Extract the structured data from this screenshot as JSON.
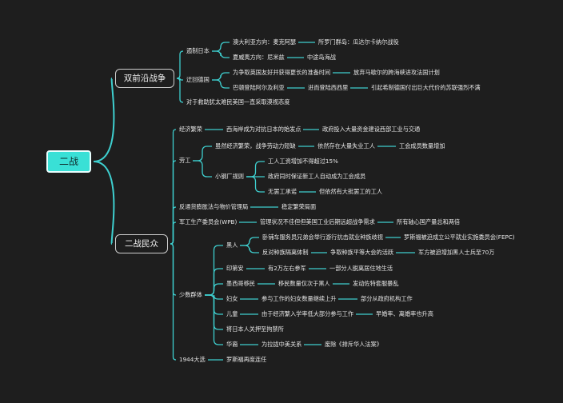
{
  "colors": {
    "background": "#1e1e1e",
    "line": "#3ecfcf",
    "text": "#e6e6e6",
    "root_fill": "#39e0d6"
  },
  "nodes": {
    "root": "二战",
    "b1": "双前沿战争",
    "b1_1": "遏制日本",
    "b1_1_1": "澳大利亚方向：麦克阿瑟",
    "b1_1_1_1": "所罗门群岛：瓜达尔卡纳尔战役",
    "b1_1_2": "夏威夷方向：尼米兹",
    "b1_1_2_1": "中途岛海战",
    "b1_2": "迂回德国",
    "b1_2_1": "为争取英国友好并获得更长的准备时间",
    "b1_2_1_1": "放弃马歇尔的跨海峡进攻法国计划",
    "b1_2_2": "巴顿登陆阿尔及利亚",
    "b1_2_2_1": "进而登陆西西里",
    "b1_2_2_2": "引起希制德国付出巨大代价的苏联强烈不满",
    "b1_3": "对于救助犹太难民美国一直采取漠视态度",
    "b2": "二战民众",
    "b2_1": "经济繁荣",
    "b2_1_1": "西海岸成为对抗日本的始发点",
    "b2_1_2": "政府投入大量资金建设西部工业与交通",
    "b2_2": "劳工",
    "b2_2_1": "虽然经济繁荣，战争劳动力短缺",
    "b2_2_1_1": "依然存在大量失业工人",
    "b2_2_1_2": "工会成员数量增加",
    "b2_2_2": "小钢厂规则",
    "b2_2_2_1": "工人工资增加不得超过15%",
    "b2_2_2_2": "政府同时保证新工人自动成为工会成员",
    "b2_2_2_3": "无罢工承诺",
    "b2_2_2_3_1": "但依然有大批罢工的工人",
    "b2_3": "反通货膨胀法与物价管理局",
    "b2_3_1": "稳定繁荣局面",
    "b2_4": "军工生产委员会(WPB)",
    "b2_4_1": "管理状况不佳但但美国工业后期远超战争需求",
    "b2_4_2": "所有轴心国产量总和两倍",
    "b2_5": "少数群体",
    "b2_5_1": "黑人",
    "b2_5_1_1": "卧铺车服务员兄弟会举行游行抗击就业种族歧视",
    "b2_5_1_2": "罗斯福被迫成立公平就业实施委员会(FEPC)",
    "b2_5_1_3": "反对种族隔离体制",
    "b2_5_1_4": "争取种族平等大会的活跃",
    "b2_5_1_5": "军方被迫增加黑人士兵至70万",
    "b2_5_2": "印第安",
    "b2_5_2_1": "有2万左右参军",
    "b2_5_2_2": "一部分人脱离居住地生活",
    "b2_5_3": "墨西哥移民",
    "b2_5_3_1": "移民数量仅次于黑人",
    "b2_5_3_2": "发动佐特套服暴乱",
    "b2_5_4": "妇女",
    "b2_5_4_1": "参与工作的妇女数量继续上升",
    "b2_5_4_2": "部分从政府机构工作",
    "b2_5_5": "儿童",
    "b2_5_5_1": "由于经济繁入学率低大部分参与工作",
    "b2_5_5_2": "早婚率、离婚率也升高",
    "b2_5_6": "将日本人关押至拘禁所",
    "b2_5_7": "华裔",
    "b2_5_7_1": "为拉拢中美关系",
    "b2_5_7_2": "废除《排斥华人法案》",
    "b2_6": "1944大选",
    "b2_6_1": "罗斯福再度连任"
  }
}
